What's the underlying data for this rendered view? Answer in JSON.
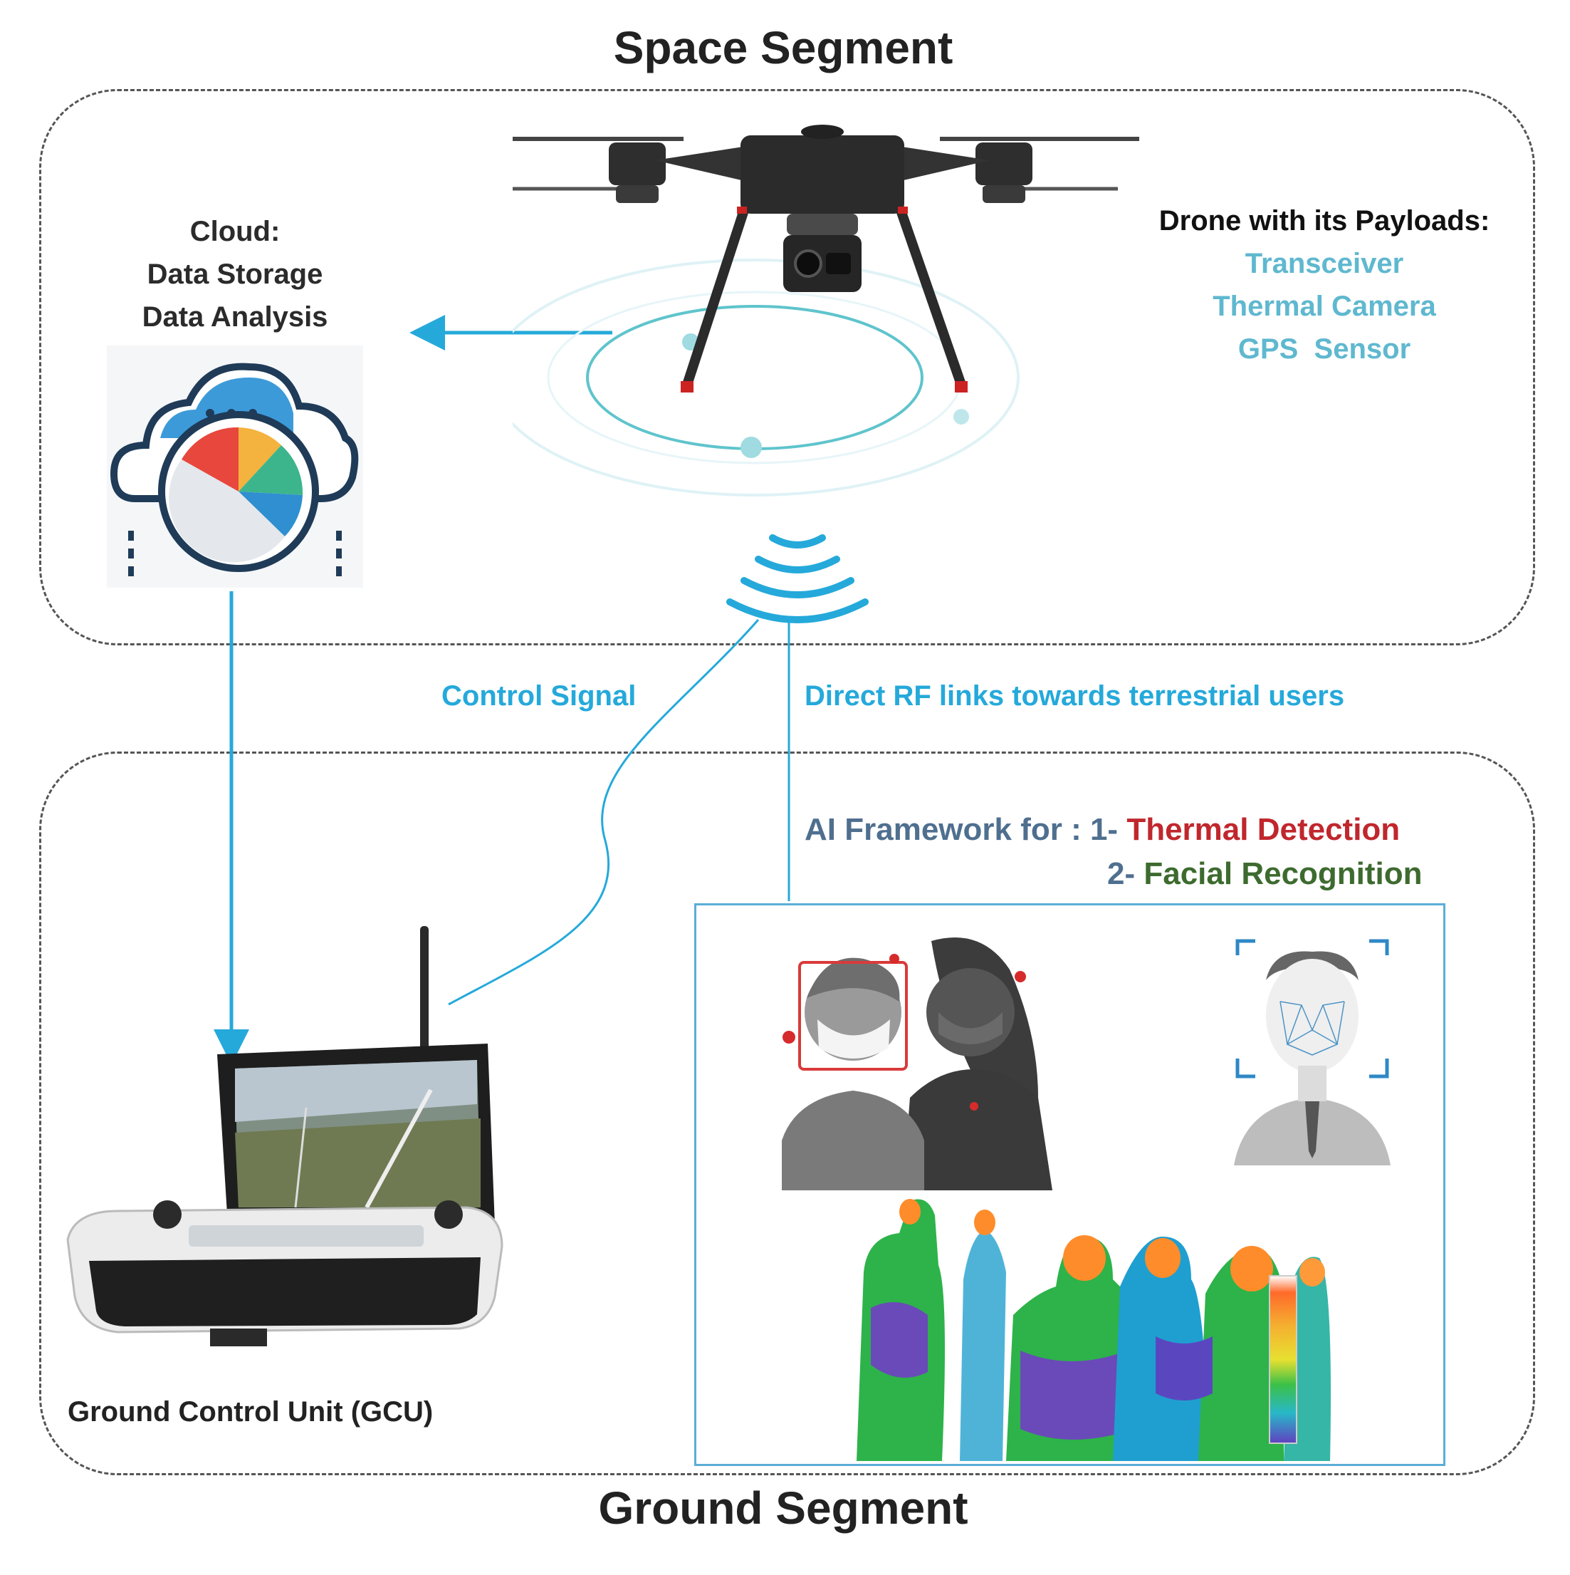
{
  "segments": {
    "space_title": "Space Segment",
    "ground_title": "Ground Segment"
  },
  "cloud": {
    "line1": "Cloud:",
    "line2": "Data Storage",
    "line3": "Data Analysis",
    "icon": "cloud-analytics-icon"
  },
  "drone": {
    "heading": "Drone with its Payloads:",
    "payloads": [
      "Transceiver",
      "Thermal Camera",
      "GPS  Sensor"
    ],
    "icon": "drone-icon"
  },
  "links": {
    "control_signal": "Control Signal",
    "rf_links": "Direct RF links towards terrestrial users"
  },
  "ai": {
    "prefix": "AI Framework for : 1- ",
    "item1": "Thermal Detection",
    "item2_prefix": "2- ",
    "item2": "Facial Recognition"
  },
  "gcu": {
    "label": "Ground Control Unit (GCU)",
    "icon": "ground-control-unit-icon"
  },
  "colors": {
    "link_blue": "#25a9da",
    "payload_teal": "#5fb8cf",
    "thermal_red": "#c0272d",
    "facial_green": "#3d6b2f",
    "ai_slate": "#4f6f8f"
  }
}
